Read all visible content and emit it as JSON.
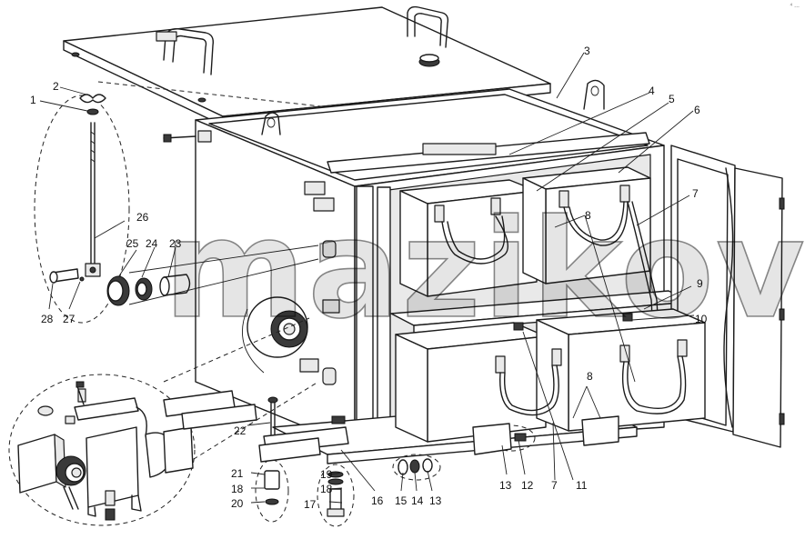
{
  "watermark": "mazikov",
  "corner_mark": "⁴ ...",
  "callouts": [
    {
      "n": "1"
    },
    {
      "n": "2"
    },
    {
      "n": "3"
    },
    {
      "n": "4"
    },
    {
      "n": "5"
    },
    {
      "n": "6"
    },
    {
      "n": "7"
    },
    {
      "n": "8"
    },
    {
      "n": "9"
    },
    {
      "n": "10"
    },
    {
      "n": "11"
    },
    {
      "n": "12"
    },
    {
      "n": "13"
    },
    {
      "n": "7"
    },
    {
      "n": "13"
    },
    {
      "n": "14"
    },
    {
      "n": "15"
    },
    {
      "n": "16"
    },
    {
      "n": "17"
    },
    {
      "n": "18"
    },
    {
      "n": "19"
    },
    {
      "n": "18"
    },
    {
      "n": "20"
    },
    {
      "n": "21"
    },
    {
      "n": "22"
    },
    {
      "n": "23"
    },
    {
      "n": "24"
    },
    {
      "n": "25"
    },
    {
      "n": "26"
    },
    {
      "n": "27"
    },
    {
      "n": "28"
    },
    {
      "n": "8"
    },
    {
      "n": "8"
    }
  ]
}
